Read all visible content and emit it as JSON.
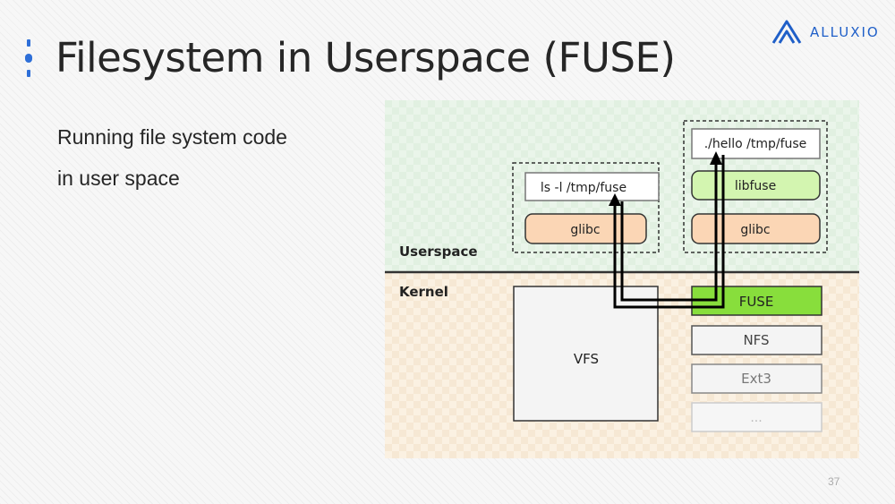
{
  "slide": {
    "title": "Filesystem in Userspace (FUSE)",
    "bullets": [
      "Running file system code",
      "in user space"
    ],
    "page_number": "37",
    "accent_color": "#2e6fd8"
  },
  "logo": {
    "text": "ALLUXIO",
    "color": "#1f5fc8"
  },
  "diagram": {
    "regions": {
      "userspace_label": "Userspace",
      "kernel_label": "Kernel"
    },
    "left_process": {
      "command": "ls -l /tmp/fuse",
      "library": "glibc"
    },
    "right_process": {
      "command": "./hello /tmp/fuse",
      "fuse_lib": "libfuse",
      "library": "glibc"
    },
    "kernel": {
      "vfs": "VFS",
      "filesystems": [
        "FUSE",
        "NFS",
        "Ext3",
        "..."
      ]
    },
    "colors": {
      "userspace_bg": "#e6f3e6",
      "kernel_bg": "#faeedd",
      "glibc": "#fbd6b5",
      "libfuse": "#d3f5b0",
      "fuse": "#88de3c"
    }
  }
}
